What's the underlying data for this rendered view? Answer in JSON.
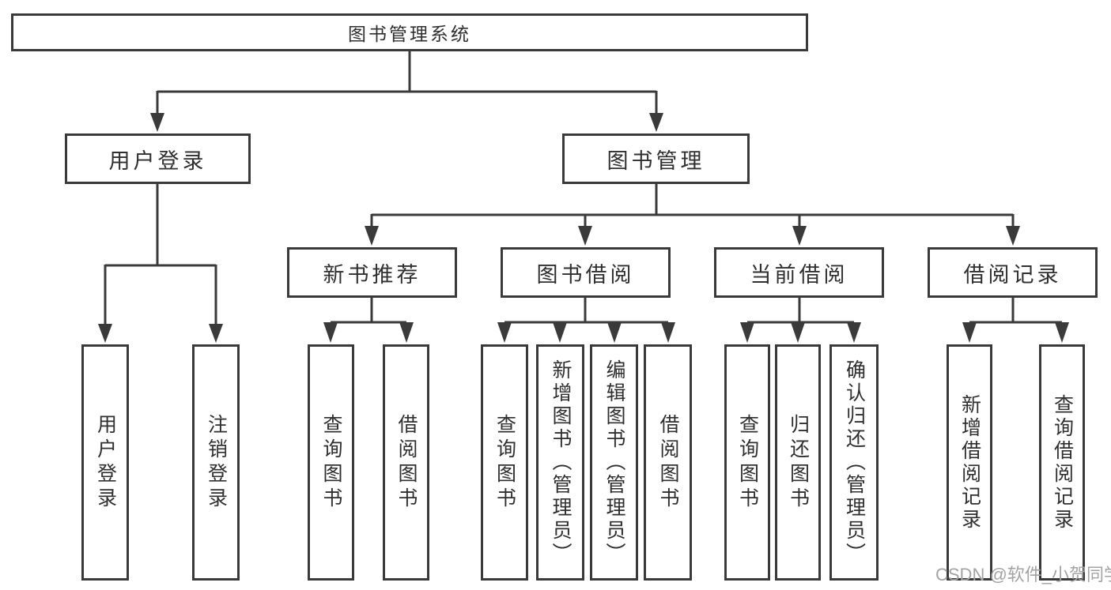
{
  "diagram": {
    "root": {
      "label": "图书管理系统"
    },
    "level2": [
      {
        "label": "用户登录"
      },
      {
        "label": "图书管理"
      }
    ],
    "level3": [
      {
        "label": "新书推荐"
      },
      {
        "label": "图书借阅"
      },
      {
        "label": "当前借阅"
      },
      {
        "label": "借阅记录"
      }
    ],
    "leaves": {
      "user_login": [
        "用户登录",
        "注销登录"
      ],
      "new_book_recommendation": [
        "查询图书",
        "借阅图书"
      ],
      "book_borrowing": [
        "查询图书",
        "新增图书（管理员）",
        "编辑图书（管理员）",
        "借阅图书"
      ],
      "current_borrowing": [
        "查询图书",
        "归还图书",
        "确认归还（管理员）"
      ],
      "borrowing_records": [
        "新增借阅记录",
        "查询借阅记录"
      ]
    }
  },
  "watermark": {
    "text": "CSDN @软件_小贺同学"
  },
  "colors": {
    "line": "#3a3a3a",
    "text": "#2f2f2f",
    "box_background": "#ffffff",
    "page_background": "#ffffff",
    "watermark": "#a3a3a3"
  }
}
